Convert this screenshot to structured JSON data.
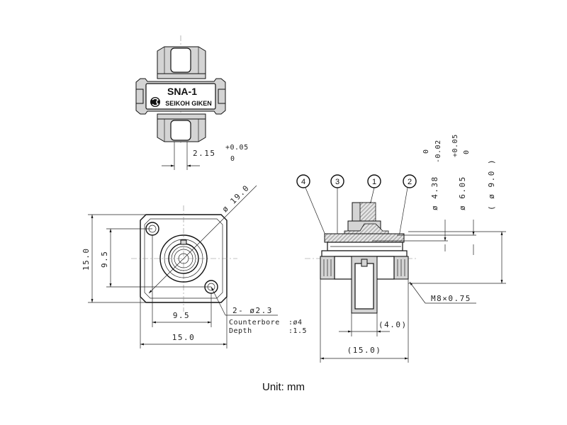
{
  "product": {
    "model": "SNA-1",
    "maker": "SEIKOH GIKEN"
  },
  "top_view": {
    "slot_width": "2.15",
    "tol_upper": "+0.05",
    "tol_lower": "0"
  },
  "front_view": {
    "diameter_label": "ø 19.0",
    "height_outer": "15.0",
    "height_holes": "9.5",
    "width_holes": "9.5",
    "width_outer": "15.0",
    "hole_callout": "2- ø2.3",
    "counterbore_label": "Counterbore",
    "counterbore_value": ":ø4",
    "depth_label": "Depth",
    "depth_value": ":1.5"
  },
  "side_view": {
    "callouts": [
      "4",
      "3",
      "1",
      "2"
    ],
    "dia_4_38": "ø 4.38",
    "dia_4_38_tol_upper": "0",
    "dia_4_38_tol_lower": "-0.02",
    "dia_6_05": "ø 6.05",
    "dia_6_05_tol_upper": "+0.05",
    "dia_6_05_tol_lower": "0",
    "dia_9_0": "( ø 9.0 )",
    "thread": "M8×0.75",
    "length_short": "(4.0)",
    "length_total": "(15.0)"
  },
  "footer": {
    "unit_note": "Unit: mm"
  }
}
